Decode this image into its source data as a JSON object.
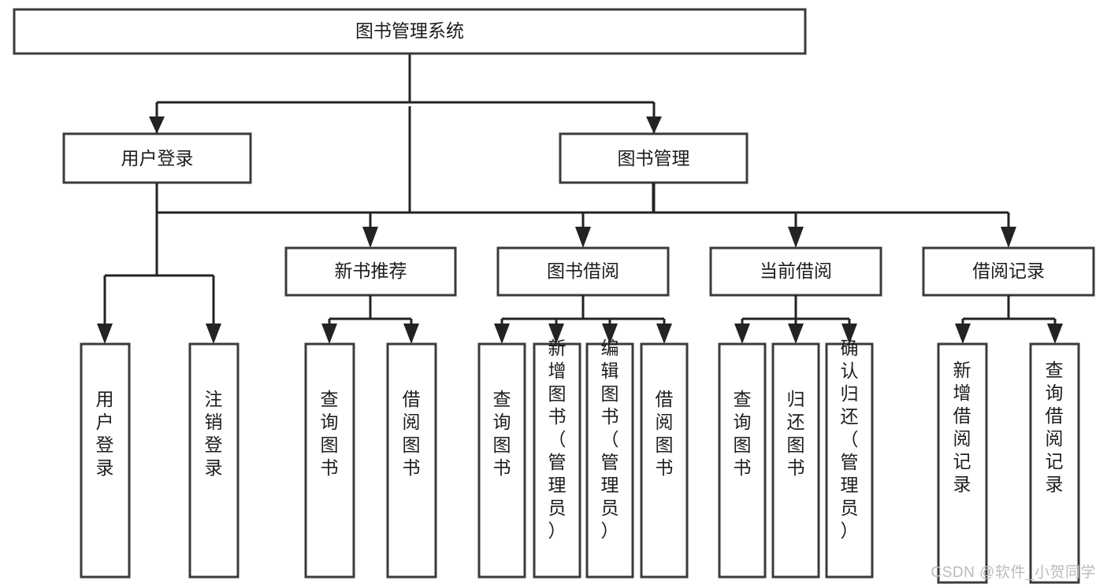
{
  "diagram": {
    "title": "图书管理系统",
    "type": "tree",
    "orientation": "top-down",
    "colors": {
      "box_stroke": "#3b3b3b",
      "box_fill": "#ffffff",
      "connector": "#232323",
      "label_text": "#1d1d1d",
      "watermark": "#bcbcbc",
      "background": "#ffffff"
    },
    "watermark": "CSDN @软件_小贺同学",
    "nodes": {
      "root": {
        "label": "图书管理系统",
        "level": 0
      },
      "level1": [
        {
          "id": "user-login",
          "label": "用户登录"
        },
        {
          "id": "book-manage",
          "label": "图书管理"
        }
      ],
      "level2": [
        {
          "id": "new-book-recommend",
          "label": "新书推荐",
          "parent": "book-manage"
        },
        {
          "id": "book-borrow",
          "label": "图书借阅",
          "parent": "book-manage"
        },
        {
          "id": "current-borrow",
          "label": "当前借阅",
          "parent": "book-manage"
        },
        {
          "id": "borrow-record",
          "label": "借阅记录",
          "parent": "book-manage"
        }
      ],
      "leaves": {
        "user-login": [
          {
            "id": "leaf-user-login",
            "label": "用户登录"
          },
          {
            "id": "leaf-user-logout",
            "label": "注销登录"
          }
        ],
        "new-book-recommend": [
          {
            "id": "leaf-query-book-1",
            "label": "查询图书"
          },
          {
            "id": "leaf-borrow-book-1",
            "label": "借阅图书"
          }
        ],
        "book-borrow": [
          {
            "id": "leaf-query-book-2",
            "label": "查询图书"
          },
          {
            "id": "leaf-add-book",
            "label": "新增图书（管理员）"
          },
          {
            "id": "leaf-edit-book",
            "label": "编辑图书（管理员）"
          },
          {
            "id": "leaf-borrow-book-2",
            "label": "借阅图书"
          }
        ],
        "current-borrow": [
          {
            "id": "leaf-query-book-3",
            "label": "查询图书"
          },
          {
            "id": "leaf-return-book",
            "label": "归还图书"
          },
          {
            "id": "leaf-confirm-return",
            "label": "确认归还（管理员）"
          }
        ],
        "borrow-record": [
          {
            "id": "leaf-add-record",
            "label": "新增借阅记录"
          },
          {
            "id": "leaf-query-record",
            "label": "查询借阅记录"
          }
        ]
      }
    }
  }
}
